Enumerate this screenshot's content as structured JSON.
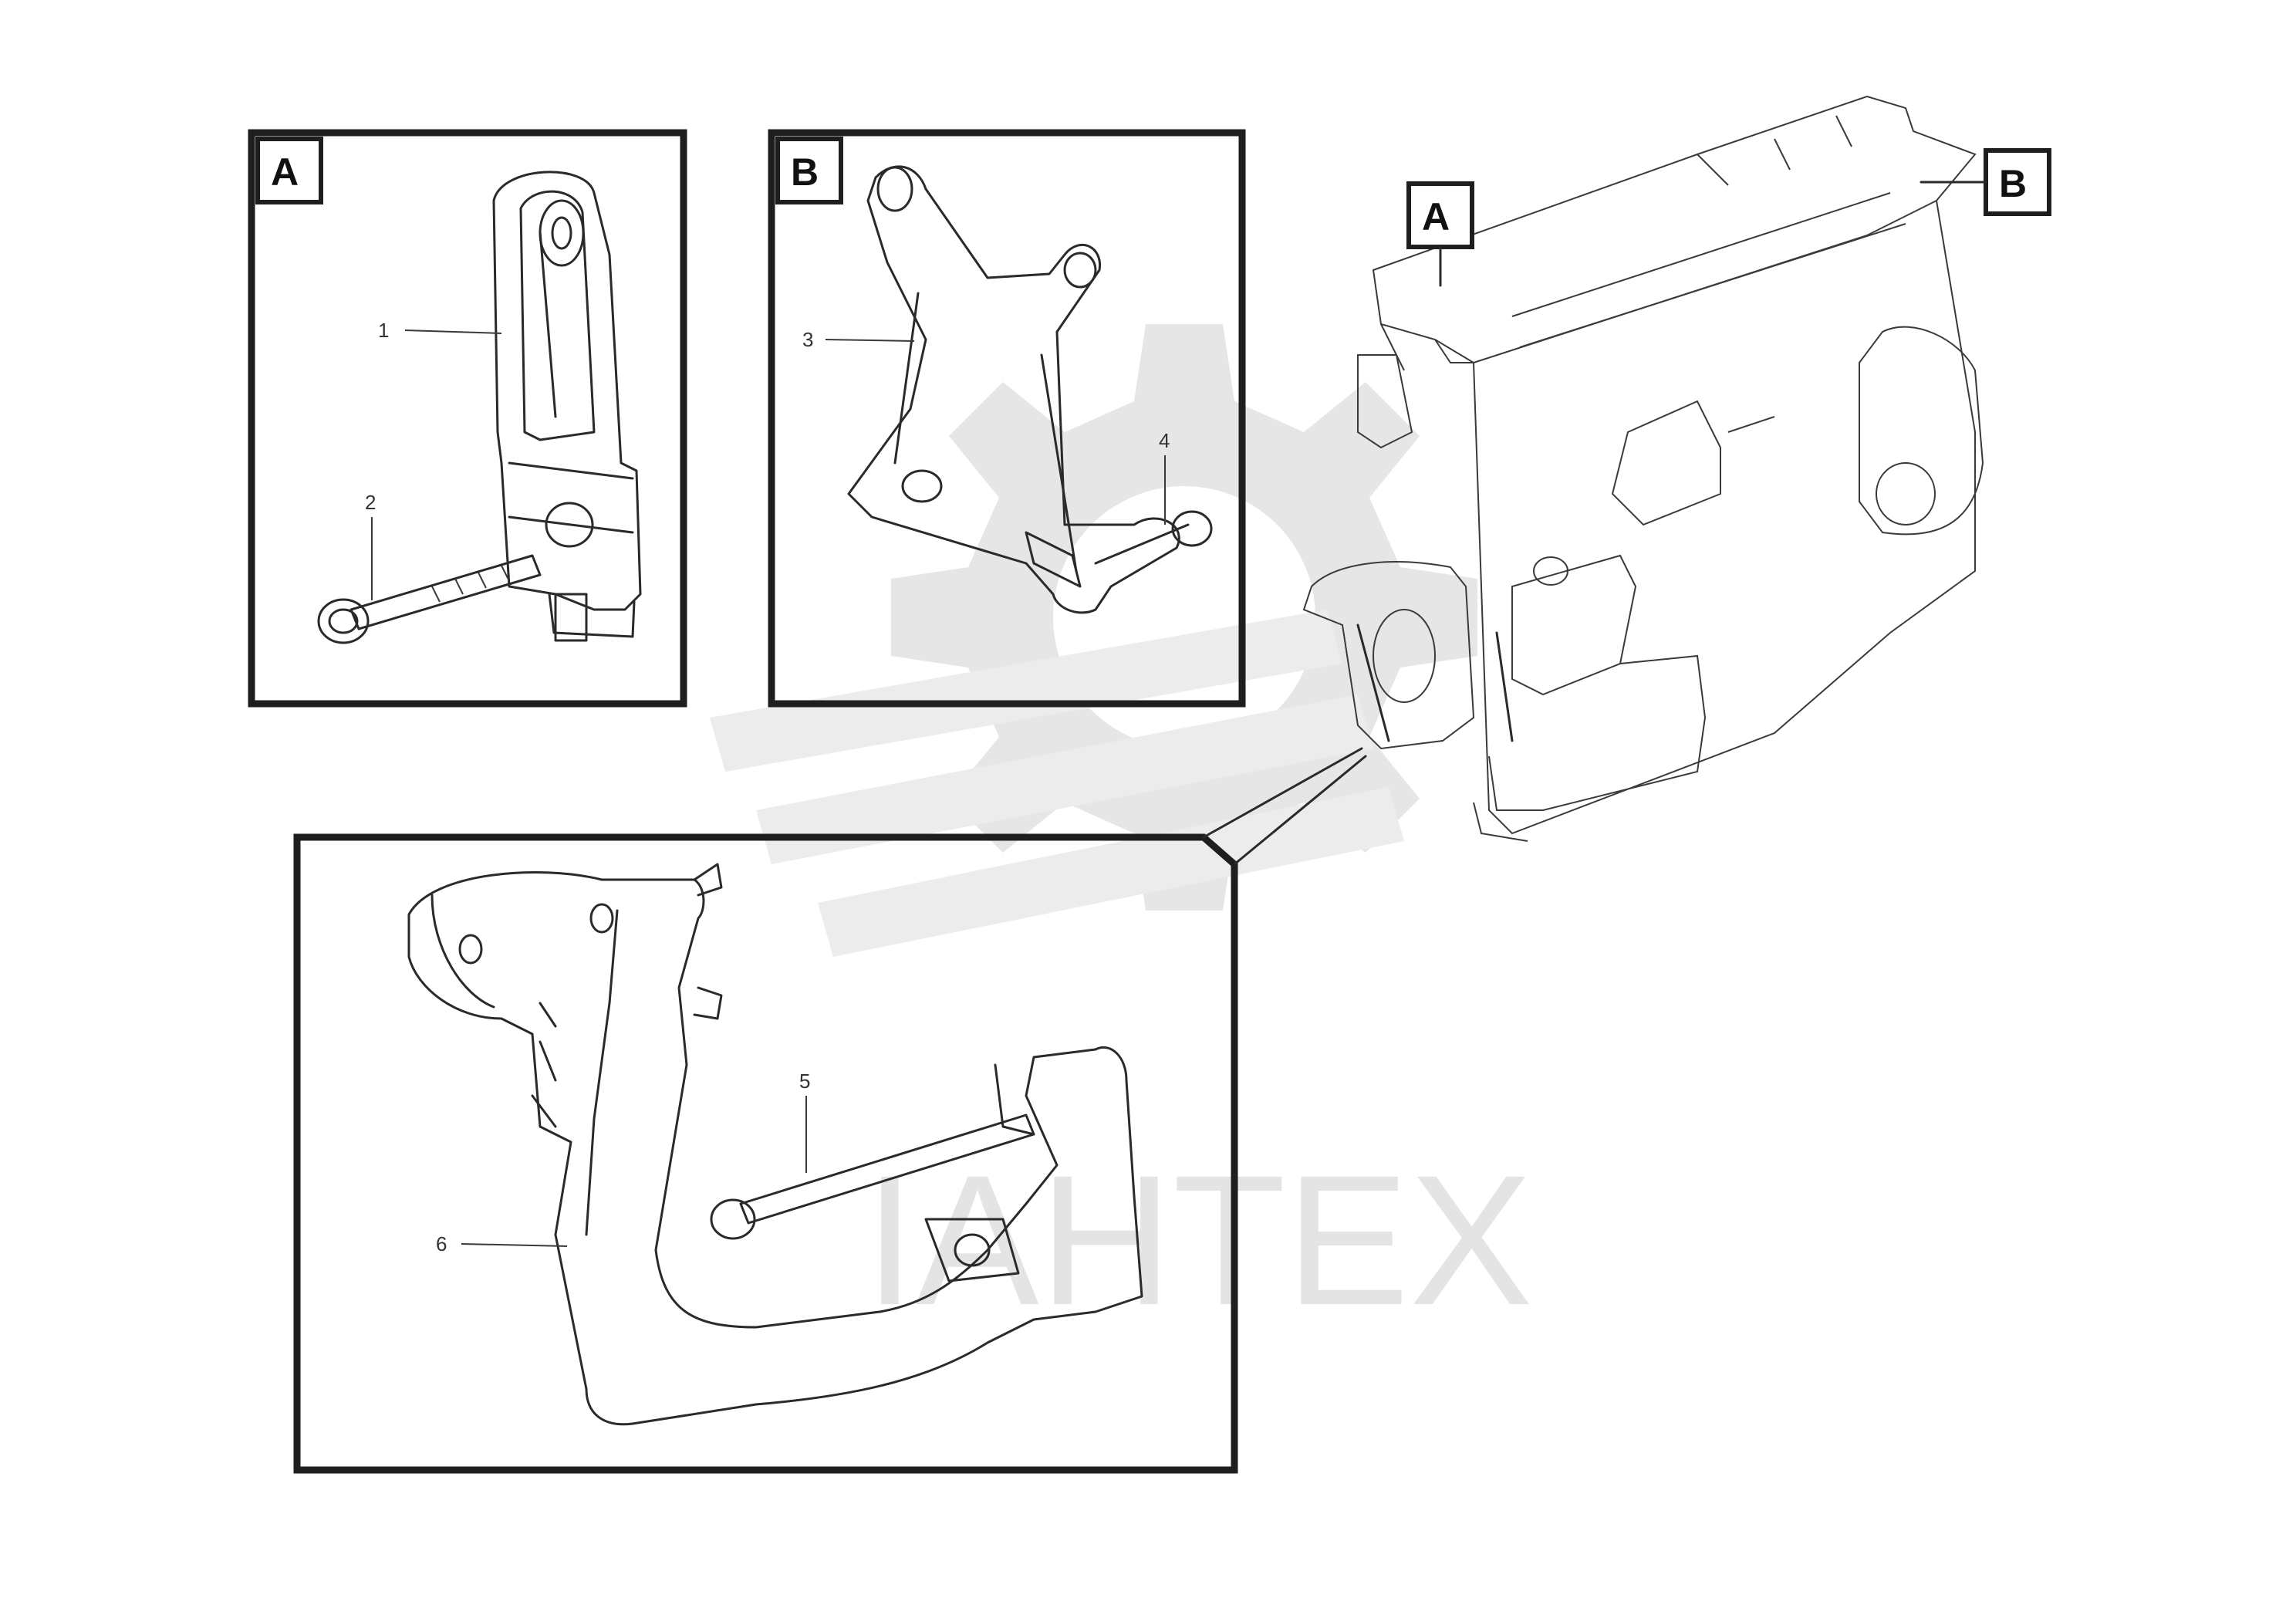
{
  "watermark": {
    "text": "IAHTEX"
  },
  "detail_a": {
    "tag": "A",
    "callouts": [
      "1",
      "2"
    ]
  },
  "detail_b": {
    "tag": "B",
    "callouts": [
      "3",
      "4"
    ]
  },
  "detail_c": {
    "callouts": [
      "5",
      "6"
    ]
  },
  "engine": {
    "tag_a": "A",
    "tag_b": "B"
  },
  "reference": {
    "line1": "",
    "line2": "",
    "code": ""
  },
  "colors": {
    "line": "#2a2a2a",
    "watermark": "#e4e4e4",
    "background": "#ffffff"
  }
}
